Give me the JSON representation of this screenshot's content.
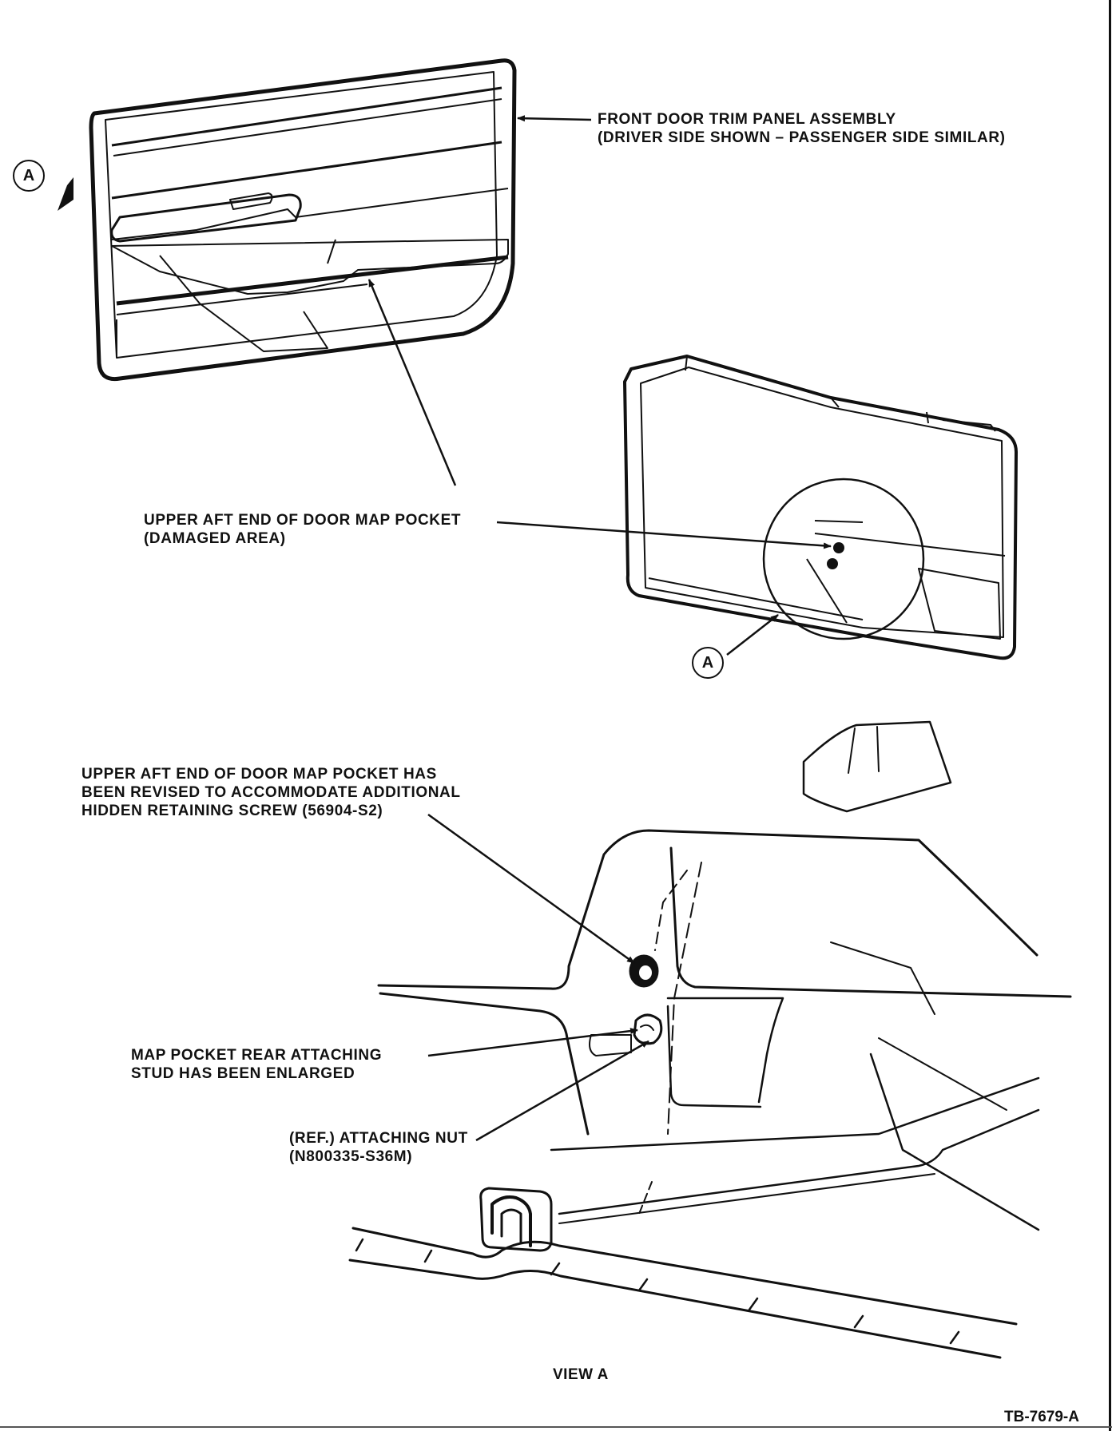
{
  "labels": {
    "trim_panel": [
      "FRONT DOOR TRIM PANEL ASSEMBLY",
      "(DRIVER SIDE SHOWN – PASSENGER SIDE SIMILAR)"
    ],
    "damaged_area": [
      "UPPER AFT END OF DOOR MAP POCKET",
      "(DAMAGED AREA)"
    ],
    "revised_pocket": [
      "UPPER AFT END OF DOOR MAP POCKET HAS",
      "BEEN REVISED TO ACCOMMODATE ADDITIONAL",
      "HIDDEN RETAINING SCREW (56904-S2)"
    ],
    "stud": [
      "MAP POCKET REAR ATTACHING",
      "STUD HAS BEEN ENLARGED"
    ],
    "nut": [
      "(REF.) ATTACHING NUT",
      "(N800335-S36M)"
    ]
  },
  "callout_letter": "A",
  "view_title": "VIEW A",
  "figure_number": "TB-7679-A"
}
